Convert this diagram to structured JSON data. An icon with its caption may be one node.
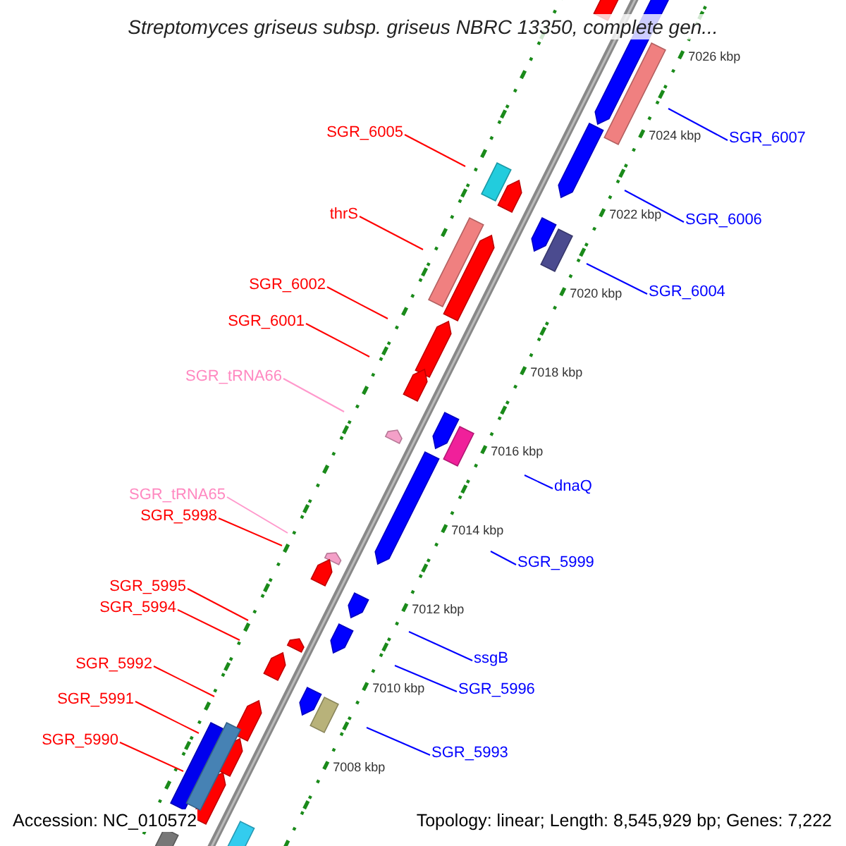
{
  "diagram": {
    "title": "Streptomyces griseus subsp. griseus NBRC 13350, complete gen...",
    "nodes": [
      {
        "text": [
          "SGR_6005"
        ]
      },
      {
        "text": [
          "SGR_6007"
        ]
      },
      {
        "text": [
          "thrS"
        ]
      },
      {
        "text": [
          "SGR_6006"
        ]
      },
      {
        "text": [
          "SGR_6002"
        ]
      },
      {
        "text": [
          "SGR_6004"
        ]
      },
      {
        "text": [
          "SGR_6001"
        ]
      },
      {
        "text": [
          "SGR_tRNA66"
        ]
      },
      {
        "text": [
          "dnaQ"
        ]
      },
      {
        "text": [
          "SGR_tRNA65"
        ]
      },
      {
        "text": [
          "SGR_5998"
        ]
      },
      {
        "text": [
          "SGR_5999"
        ]
      },
      {
        "text": [
          "SGR_5995"
        ]
      },
      {
        "text": [
          "SGR_5994"
        ]
      },
      {
        "text": [
          "ssgB"
        ]
      },
      {
        "text": [
          "SGR_5992"
        ]
      },
      {
        "text": [
          "SGR_5996"
        ]
      },
      {
        "text": [
          "SGR_5991"
        ]
      },
      {
        "text": [
          "SGR_5990"
        ]
      },
      {
        "text": [
          "SGR_5993"
        ]
      }
    ],
    "edges": [
      {
        "from": 0,
        "to": null,
        "arrow": "none"
      },
      {
        "from": 1,
        "to": null,
        "arrow": "none",
        "color": "#0000ff"
      },
      {
        "from": 2,
        "to": null,
        "arrow": "none"
      },
      {
        "from": 3,
        "to": null,
        "arrow": "none",
        "color": "#0000ff"
      },
      {
        "from": 4,
        "to": null,
        "arrow": "none"
      },
      {
        "from": 5,
        "to": null,
        "arrow": "none",
        "color": "#0000ff"
      },
      {
        "from": 6,
        "to": null,
        "arrow": "none"
      },
      {
        "from": 7,
        "to": null,
        "arrow": "none",
        "color": "#ff99cc"
      },
      {
        "from": 8,
        "to": null,
        "arrow": "none",
        "color": "#0000ff"
      },
      {
        "from": 9,
        "to": null,
        "arrow": "none",
        "color": "#ff99cc"
      },
      {
        "from": 10,
        "to": null,
        "arrow": "none"
      },
      {
        "from": 11,
        "to": null,
        "arrow": "none",
        "color": "#0000ff"
      },
      {
        "from": 12,
        "to": null,
        "arrow": "none"
      },
      {
        "from": 13,
        "to": null,
        "arrow": "none"
      },
      {
        "from": 14,
        "to": null,
        "arrow": "none",
        "color": "#0000ff"
      },
      {
        "from": 15,
        "to": null,
        "arrow": "none"
      },
      {
        "from": 16,
        "to": null,
        "arrow": "none",
        "color": "#0000ff"
      },
      {
        "from": 17,
        "to": null,
        "arrow": "none"
      },
      {
        "from": 18,
        "to": null,
        "arrow": "none"
      },
      {
        "from": 19,
        "to": null,
        "arrow": "none",
        "color": "#0000ff"
      }
    ],
    "labels": [
      "7026 kbp",
      "7024 kbp",
      "7022 kbp",
      "7020 kbp",
      "7018 kbp",
      "7016 kbp",
      "7014 kbp",
      "7012 kbp",
      "7010 kbp",
      "7008 kbp",
      "Accession: NC_010572",
      "Topology: linear; Length: 8,545,929 bp; Genes: 7,222"
    ]
  }
}
